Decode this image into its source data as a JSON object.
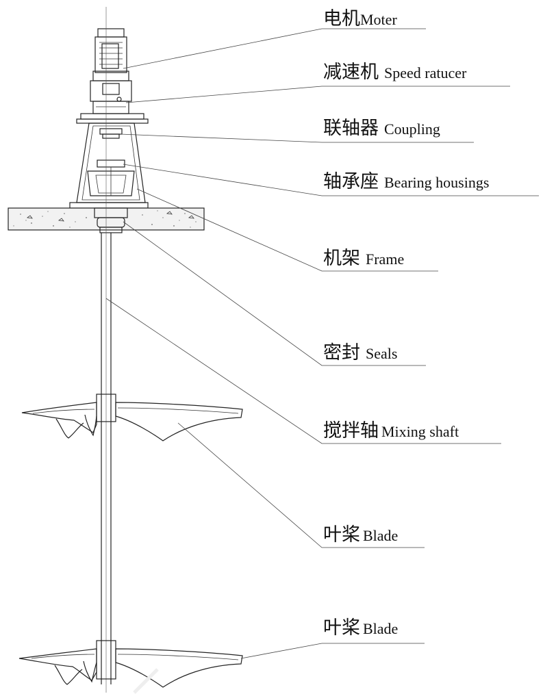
{
  "labels": [
    {
      "id": "motor",
      "cn": "电机",
      "en": "Moter"
    },
    {
      "id": "reducer",
      "cn": "减速机",
      "en": "Speed ratucer"
    },
    {
      "id": "coupling",
      "cn": "联轴器",
      "en": "Coupling"
    },
    {
      "id": "bearing",
      "cn": "轴承座",
      "en": "Bearing housings"
    },
    {
      "id": "frame",
      "cn": "机架",
      "en": "Frame"
    },
    {
      "id": "seals",
      "cn": "密封",
      "en": "Seals"
    },
    {
      "id": "shaft",
      "cn": "搅拌轴",
      "en": "Mixing shaft"
    },
    {
      "id": "blade1",
      "cn": "叶桨",
      "en": "Blade"
    },
    {
      "id": "blade2",
      "cn": "叶桨",
      "en": "Blade"
    }
  ],
  "colors": {
    "line": "#222222",
    "text": "#111111",
    "concrete": "#f2f2f2"
  }
}
